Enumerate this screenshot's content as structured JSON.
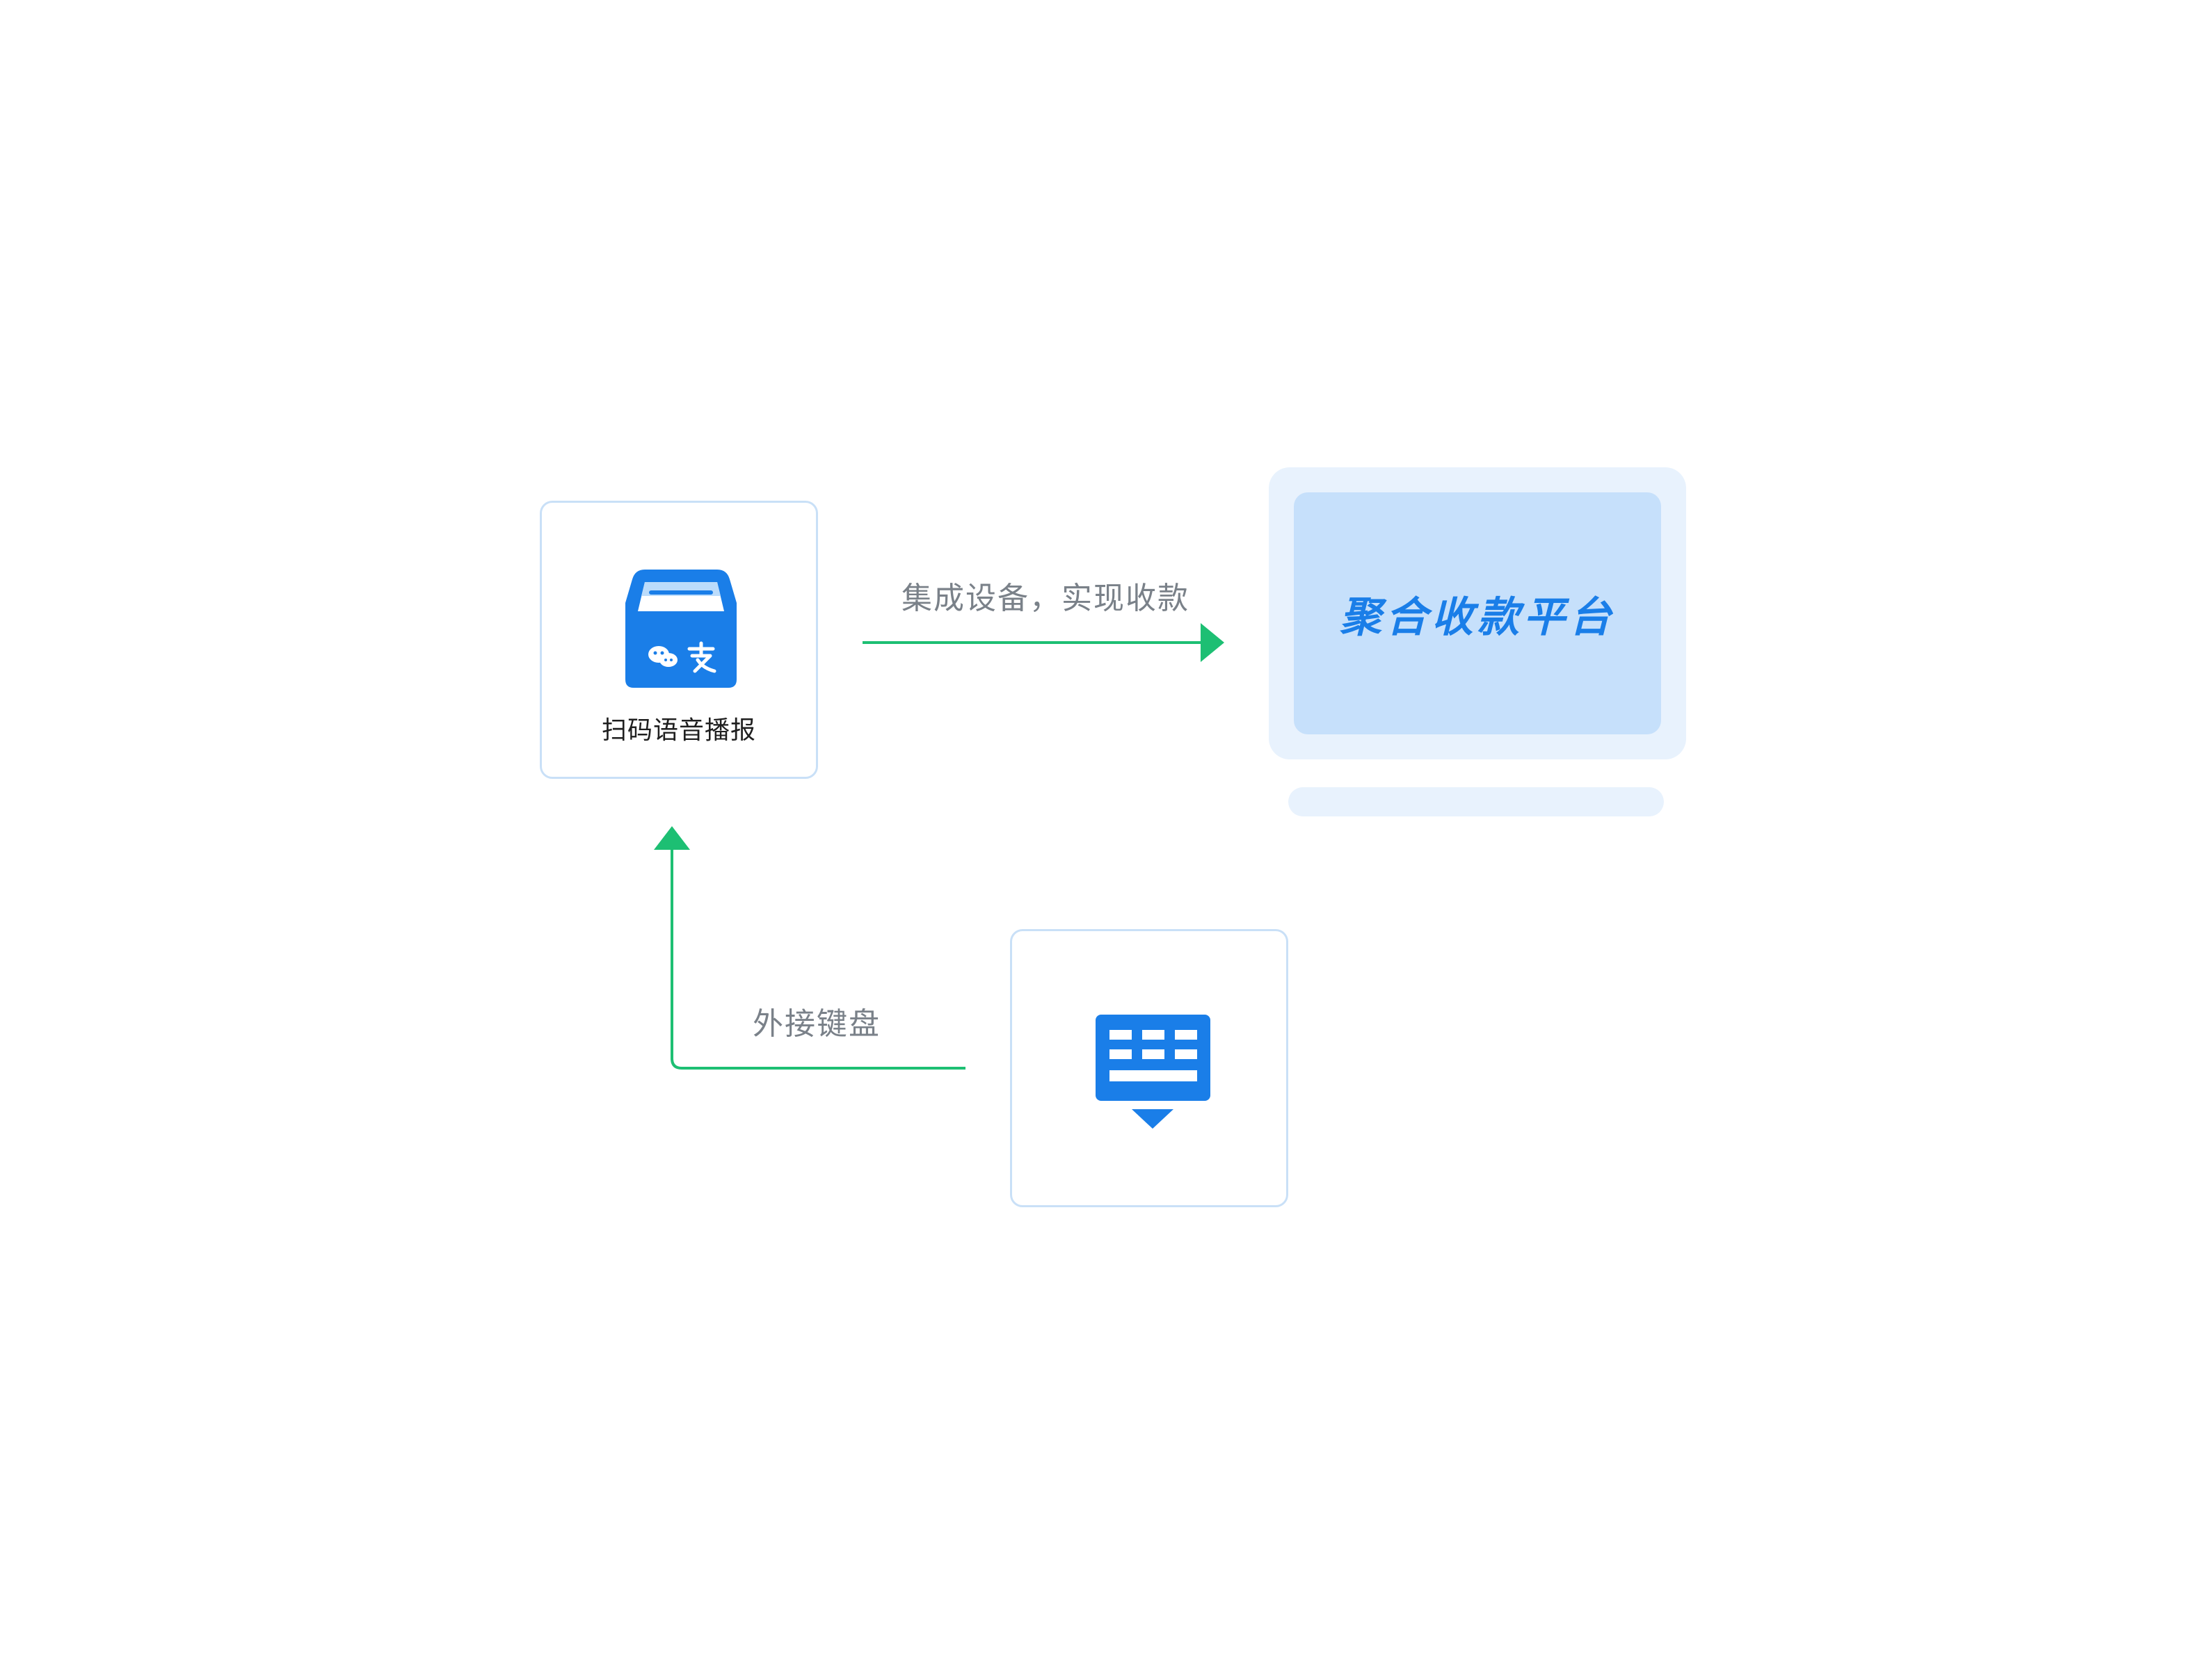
{
  "devices": {
    "scanner": {
      "label": "扫码语音播报",
      "icon": "scanner-box-icon"
    },
    "keyboard": {
      "icon": "keyboard-icon"
    }
  },
  "flows": {
    "to_platform": "集成设备，实现收款",
    "from_keyboard": "外接键盘"
  },
  "platform": {
    "title": "聚合收款平台",
    "icon": "monitor-icon"
  },
  "colors": {
    "accent_blue": "#1a7ee8",
    "arrow_green": "#1dbf73",
    "card_border": "#c9e0f7",
    "monitor_light": "#e8f2fd",
    "monitor_screen": "#c6e0fb"
  }
}
